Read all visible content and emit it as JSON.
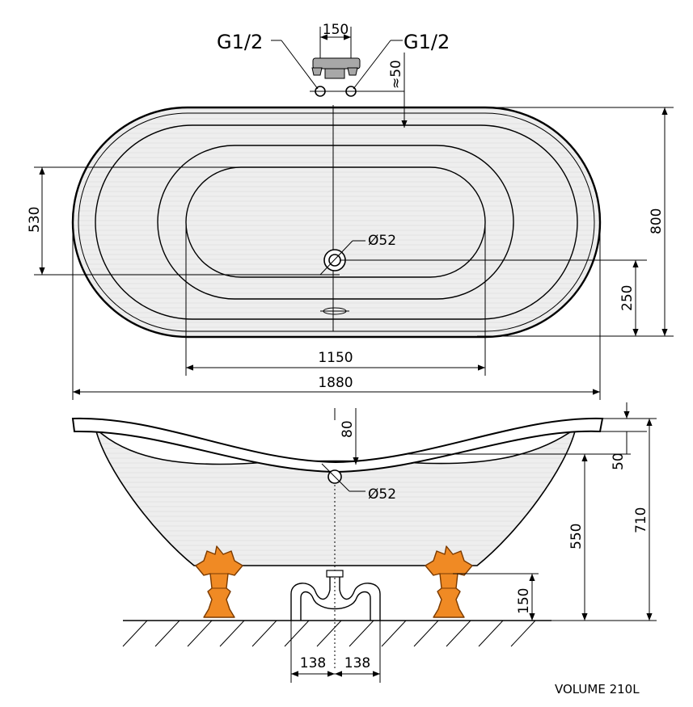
{
  "top_view": {
    "tap_spacing": "150",
    "connection_left": "G1/2",
    "connection_right": "G1/2",
    "tap_height": "≈50",
    "inner_width": "530",
    "drain_diameter": "Ø52",
    "outer_width": "800",
    "drain_offset": "250",
    "inner_length": "1150",
    "outer_length": "1880"
  },
  "side_view": {
    "rim_dip": "80",
    "rim_thickness": "50",
    "overflow_diameter": "Ø52",
    "overflow_height": "550",
    "total_height": "710",
    "foot_height": "150",
    "waste_left": "138",
    "waste_right": "138"
  },
  "volume": "VOLUME 210L",
  "colors": {
    "feet": "#f08a24",
    "feet_outline": "#7a3a00",
    "tap": "#a8a8a8",
    "tub_fill": "#ececec"
  }
}
